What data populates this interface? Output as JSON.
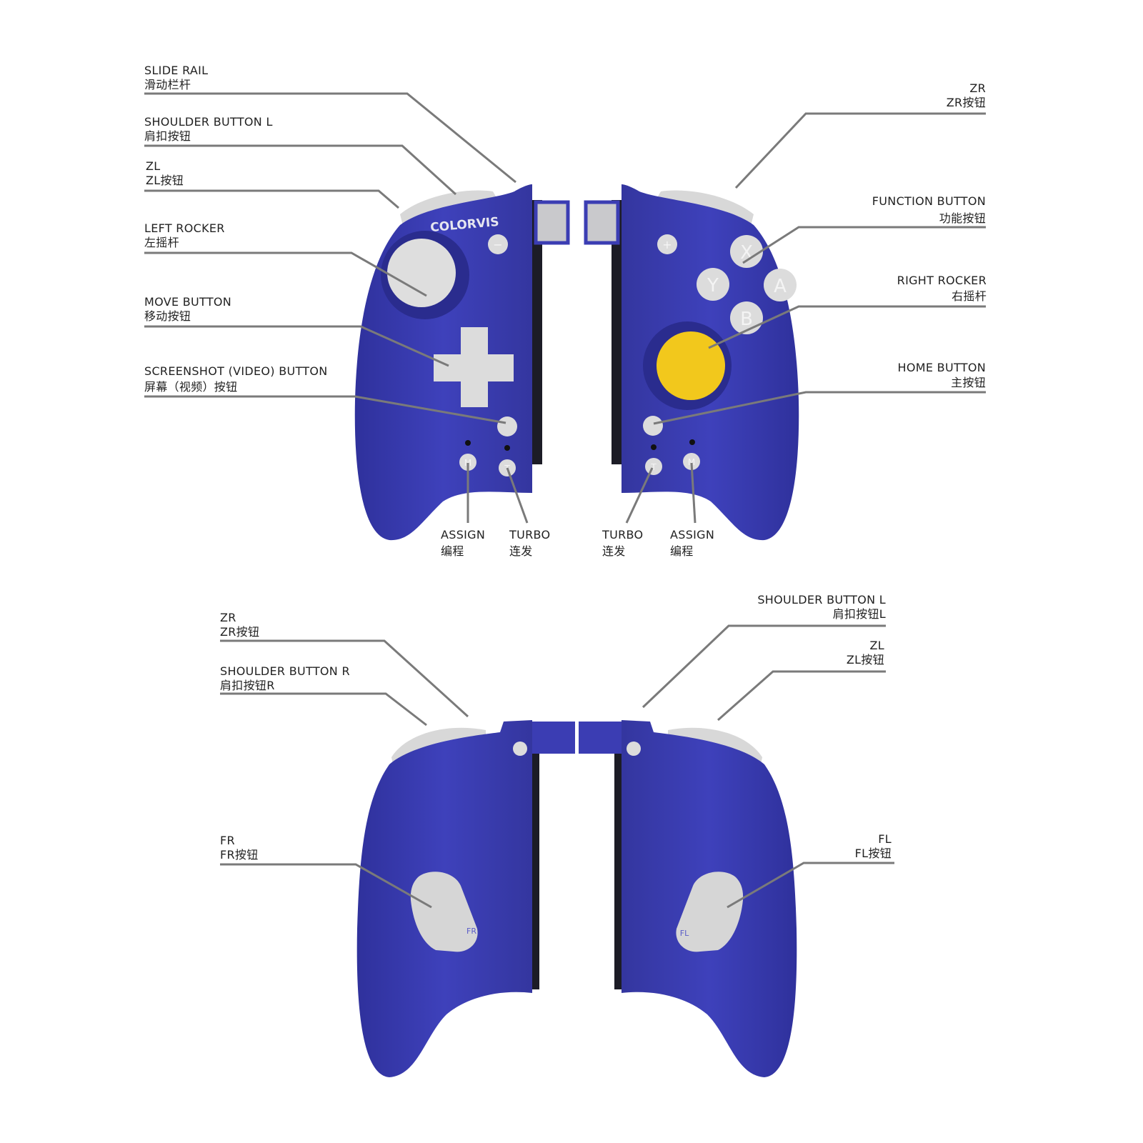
{
  "colors": {
    "body": "#3b3db3",
    "button": "#dcdcdc",
    "rocker_right": "#f2c81c",
    "leader_line": "#7a7a7a",
    "rail": "#1c1c26"
  },
  "brand_logo": "COLORVIS",
  "top_view": {
    "left_labels": [
      {
        "en": "SLIDE RAIL",
        "zh": "滑动栏杆"
      },
      {
        "en": "SHOULDER BUTTON L",
        "zh": "肩扣按钮"
      },
      {
        "en": "ZL",
        "zh": "ZL按钮"
      },
      {
        "en": "LEFT ROCKER",
        "zh": "左摇杆"
      },
      {
        "en": "MOVE BUTTON",
        "zh": "移动按钮"
      },
      {
        "en": "SCREENSHOT (VIDEO) BUTTON",
        "zh": "屏幕（视频）按钮"
      }
    ],
    "right_labels": [
      {
        "en": "ZR",
        "zh": "ZR按钮"
      },
      {
        "en": "FUNCTION BUTTON",
        "zh": "功能按钮"
      },
      {
        "en": "RIGHT ROCKER",
        "zh": "右摇杆"
      },
      {
        "en": "HOME BUTTON",
        "zh": "主按钮"
      }
    ],
    "bottom_labels": [
      {
        "en": "ASSIGN",
        "zh": "编程"
      },
      {
        "en": "TURBO",
        "zh": "连发"
      },
      {
        "en": "TURBO",
        "zh": "连发"
      },
      {
        "en": "ASSIGN",
        "zh": "编程"
      }
    ],
    "face_buttons": [
      "X",
      "Y",
      "A",
      "B"
    ],
    "small_buttons": {
      "minus": "−",
      "plus": "+",
      "m": "M",
      "t": "T"
    }
  },
  "back_view": {
    "left_labels": [
      {
        "en": "ZR",
        "zh": "ZR按钮"
      },
      {
        "en": "SHOULDER BUTTON R",
        "zh": "肩扣按钮R"
      },
      {
        "en": "FR",
        "zh": "FR按钮"
      }
    ],
    "right_labels": [
      {
        "en": "SHOULDER BUTTON L",
        "zh": "肩扣按钮L"
      },
      {
        "en": "ZL",
        "zh": "ZL按钮"
      },
      {
        "en": "FL",
        "zh": "FL按钮"
      }
    ],
    "paddle_marks": {
      "fr": "FR",
      "fl": "FL"
    }
  }
}
